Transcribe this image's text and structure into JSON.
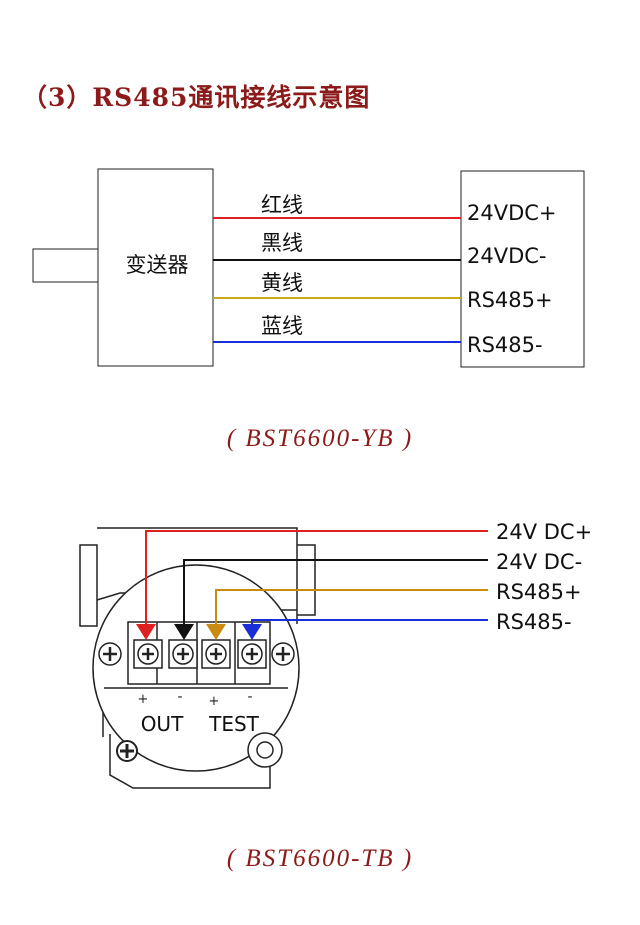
{
  "title": "（3）RS485通讯接线示意图",
  "diagram1": {
    "transmitter_label": "变送器",
    "wires": [
      {
        "label": "红线",
        "terminal": "24VDC+",
        "color": "#e02020"
      },
      {
        "label": "黑线",
        "terminal": "24VDC-",
        "color": "#111111"
      },
      {
        "label": "黄线",
        "terminal": "RS485+",
        "color": "#c9a818"
      },
      {
        "label": "蓝线",
        "terminal": "RS485-",
        "color": "#1a2ed8"
      }
    ],
    "caption": "( BST6600-YB )"
  },
  "diagram2": {
    "wires": [
      {
        "terminal": "24V DC+",
        "color": "#e02020"
      },
      {
        "terminal": "24V DC-",
        "color": "#111111"
      },
      {
        "terminal": "RS485+",
        "color": "#c98a10"
      },
      {
        "terminal": "RS485-",
        "color": "#1a2ed8"
      }
    ],
    "polarity": [
      "+",
      "-",
      "+",
      "-"
    ],
    "out_label": "OUT",
    "test_label": "TEST",
    "caption": "( BST6600-TB )"
  }
}
